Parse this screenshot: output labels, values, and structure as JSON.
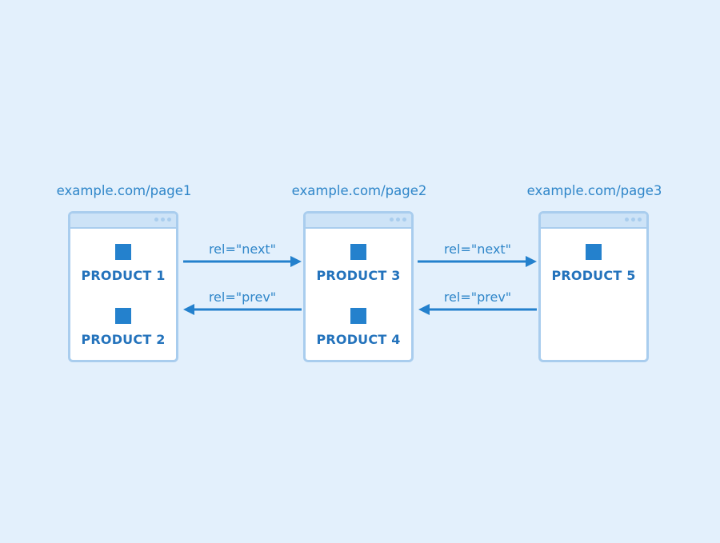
{
  "pages": [
    {
      "url": "example.com/page1",
      "products": [
        "PRODUCT 1",
        "PRODUCT 2"
      ]
    },
    {
      "url": "example.com/page2",
      "products": [
        "PRODUCT 3",
        "PRODUCT 4"
      ]
    },
    {
      "url": "example.com/page3",
      "products": [
        "PRODUCT 5"
      ]
    }
  ],
  "links": [
    {
      "next_label": "rel=\"next\"",
      "prev_label": "rel=\"prev\""
    },
    {
      "next_label": "rel=\"next\"",
      "prev_label": "rel=\"prev\""
    }
  ],
  "colors": {
    "background": "#e3f0fc",
    "accent": "#2481cd",
    "text": "#2f86c9",
    "frame": "#a9cdee"
  }
}
